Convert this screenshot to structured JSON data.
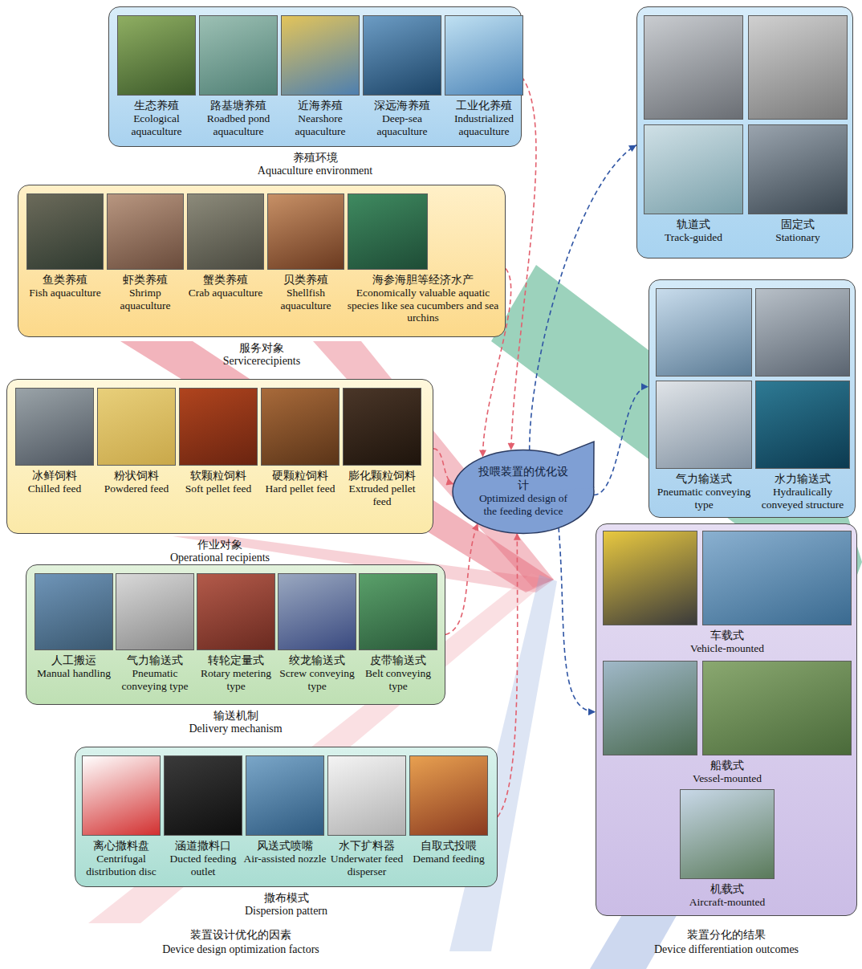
{
  "diagram": {
    "nodes": [
      {
        "text": [
          "养殖环境",
          "Aquaculture environment"
        ]
      },
      {
        "text": [
          "生态养殖",
          "Ecological aquaculture"
        ],
        "in": 0
      },
      {
        "text": [
          "路基塘养殖",
          "Roadbed pond aquaculture"
        ],
        "in": 0
      },
      {
        "text": [
          "近海养殖",
          "Nearshore aquaculture"
        ],
        "in": 0
      },
      {
        "text": [
          "深远海养殖",
          "Deep-sea aquaculture"
        ],
        "in": 0
      },
      {
        "text": [
          "工业化养殖",
          "Industrialized aquaculture"
        ],
        "in": 0
      },
      {
        "text": [
          "服务对象",
          "Servicerecipients"
        ]
      },
      {
        "text": [
          "鱼类养殖",
          "Fish aquaculture"
        ],
        "in": 6
      },
      {
        "text": [
          "虾类养殖",
          "Shrimp aquaculture"
        ],
        "in": 6
      },
      {
        "text": [
          "蟹类养殖",
          "Crab aquaculture"
        ],
        "in": 6
      },
      {
        "text": [
          "贝类养殖",
          "Shellfish aquaculture"
        ],
        "in": 6
      },
      {
        "text": [
          "海参海胆等经济水产",
          "Economically valuable aquatic species like sea cucumbers and sea urchins"
        ],
        "in": 6
      },
      {
        "text": [
          "作业对象",
          "Operational recipients"
        ]
      },
      {
        "text": [
          "冰鲜饲料",
          "Chilled feed"
        ],
        "in": 12
      },
      {
        "text": [
          "粉状饲料",
          "Powdered feed"
        ],
        "in": 12
      },
      {
        "text": [
          "软颗粒饲料",
          "Soft pellet feed"
        ],
        "in": 12
      },
      {
        "text": [
          "硬颗粒饲料",
          "Hard pellet feed"
        ],
        "in": 12
      },
      {
        "text": [
          "膨化颗粒饲料",
          "Extruded pellet feed"
        ],
        "in": 12
      },
      {
        "text": [
          "输送机制",
          "Delivery mechanism"
        ]
      },
      {
        "text": [
          "人工搬运",
          "Manual handling"
        ],
        "in": 18
      },
      {
        "text": [
          "气力输送式",
          "Pneumatic conveying type"
        ],
        "in": 18
      },
      {
        "text": [
          "转轮定量式",
          "Rotary metering type"
        ],
        "in": 18
      },
      {
        "text": [
          "绞龙输送式",
          "Screw conveying type"
        ],
        "in": 18
      },
      {
        "text": [
          "皮带输送式",
          "Belt conveying type"
        ],
        "in": 18
      },
      {
        "text": [
          "撒布模式",
          "Dispersion pattern"
        ]
      },
      {
        "text": [
          "离心撒料盘",
          "Centrifugal distribution disc"
        ],
        "in": 24
      },
      {
        "text": [
          "涵道撒料口",
          "Ducted feeding outlet"
        ],
        "in": 24
      },
      {
        "text": [
          "风送式喷嘴",
          "Air-assisted nozzle"
        ],
        "in": 24
      },
      {
        "text": [
          "水下扩料器",
          "Underwater feed disperser"
        ],
        "in": 24
      },
      {
        "text": [
          "自取式投喂",
          "Demand feeding"
        ],
        "in": 24
      },
      {
        "text": [
          "投喂装置的优化设计",
          "Optimized design of the feeding device"
        ]
      },
      {
        "text": []
      },
      {
        "text": [
          "轨道式",
          "Track-guided"
        ],
        "in": 31
      },
      {
        "text": [
          "固定式",
          "Stationary"
        ],
        "in": 31
      },
      {
        "text": []
      },
      {
        "text": [
          "气力输送式",
          "Pneumatic conveying type"
        ],
        "in": 34
      },
      {
        "text": [
          "水力输送式",
          "Hydraulically conveyed structure"
        ],
        "in": 34
      },
      {
        "text": []
      },
      {
        "text": [
          "车载式",
          "Vehicle-mounted"
        ],
        "in": 37
      },
      {
        "text": [
          "船载式",
          "Vessel-mounted"
        ],
        "in": 37
      },
      {
        "text": [
          "机载式",
          "Aircraft-mounted"
        ],
        "in": 37
      }
    ],
    "edges": [
      {
        "from": 0,
        "to": 30,
        "arrow": "to"
      },
      {
        "from": 6,
        "to": 30,
        "arrow": "to"
      },
      {
        "from": 12,
        "to": 30,
        "arrow": "to"
      },
      {
        "from": 18,
        "to": 30,
        "arrow": "to"
      },
      {
        "from": 24,
        "to": 30,
        "arrow": "to"
      },
      {
        "from": 30,
        "to": 31,
        "arrow": "to"
      },
      {
        "from": 30,
        "to": 34,
        "arrow": "to"
      },
      {
        "from": 30,
        "to": 37,
        "arrow": "to"
      }
    ],
    "labels": [
      "装置设计优化的因素",
      "Device design optimization factors",
      "装置分化的结果",
      "Device differentiation outcomes"
    ]
  }
}
